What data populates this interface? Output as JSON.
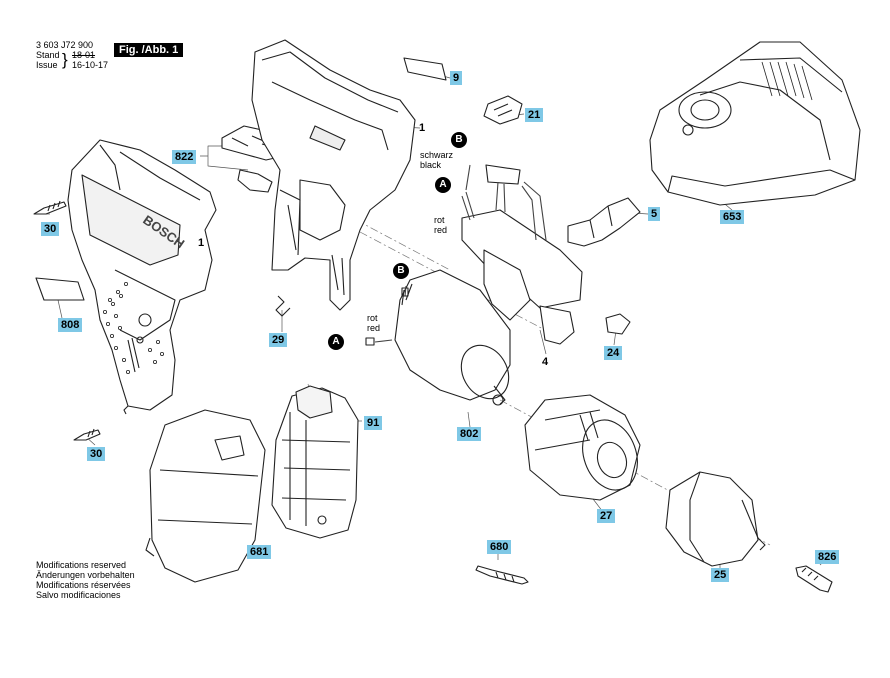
{
  "header": {
    "doc_number": "3 603 J72 900",
    "stand_label": "Stand",
    "issue_label": "Issue",
    "stand_value": "18-01",
    "issue_value": "16-10-17",
    "figure": "Fig. /Abb. 1"
  },
  "parts": {
    "p9": "9",
    "p1a": "1",
    "p822": "822",
    "p1b": "1",
    "p30a": "30",
    "p808": "808",
    "p29": "29",
    "p91": "91",
    "p30b": "30",
    "p681": "681",
    "p21": "21",
    "p653": "653",
    "p5": "5",
    "p4": "4",
    "p24": "24",
    "p802": "802",
    "p27": "27",
    "p680": "680",
    "p25": "25",
    "p826": "826"
  },
  "connectors": {
    "a": "A",
    "b": "B"
  },
  "wires": {
    "schwarz": "schwarz",
    "black": "black",
    "rot": "rot",
    "red": "red"
  },
  "brand": "BOSCH",
  "notes": [
    "Modifications reserved",
    "Änderungen vorbehalten",
    "Modifications réservées",
    "Salvo modificaciones"
  ]
}
